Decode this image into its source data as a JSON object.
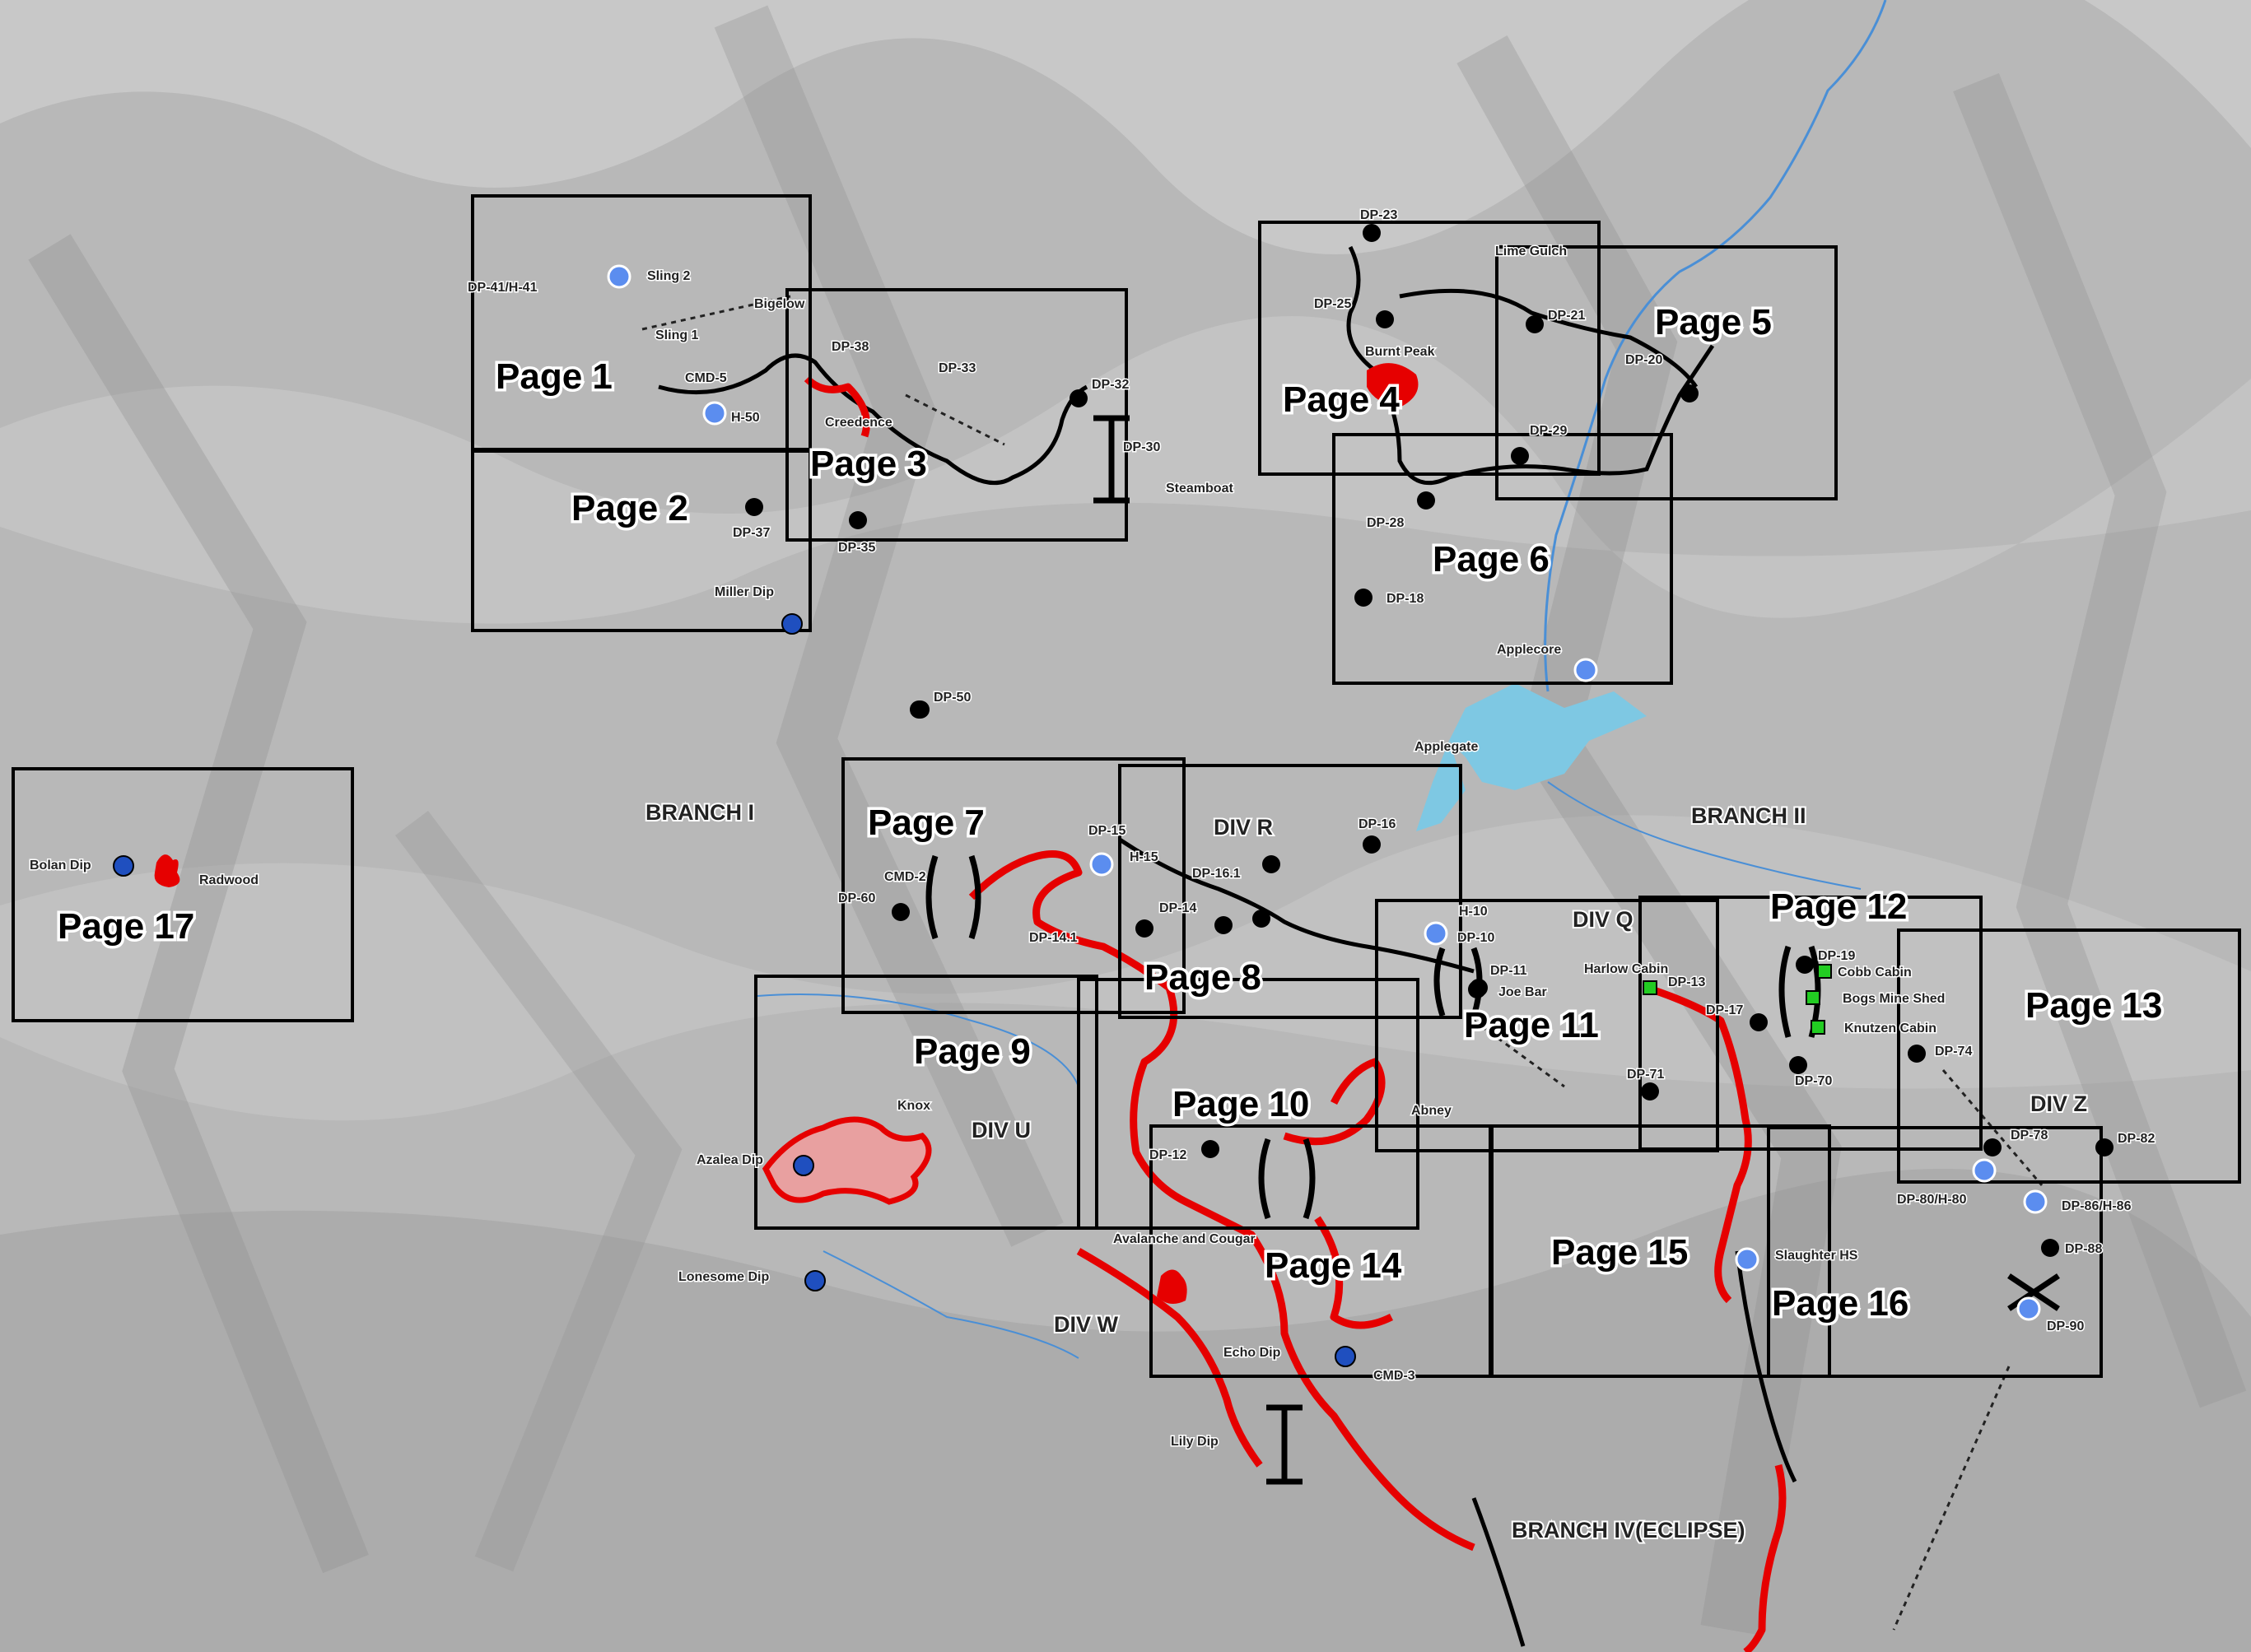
{
  "pages": [
    {
      "label": "Page 1"
    },
    {
      "label": "Page 2"
    },
    {
      "label": "Page 3"
    },
    {
      "label": "Page 4"
    },
    {
      "label": "Page 5"
    },
    {
      "label": "Page 6"
    },
    {
      "label": "Page 7"
    },
    {
      "label": "Page 8"
    },
    {
      "label": "Page 9"
    },
    {
      "label": "Page 10"
    },
    {
      "label": "Page 11"
    },
    {
      "label": "Page 12"
    },
    {
      "label": "Page 13"
    },
    {
      "label": "Page 14"
    },
    {
      "label": "Page 15"
    },
    {
      "label": "Page 16"
    },
    {
      "label": "Page 17"
    }
  ],
  "areas": [
    {
      "label": "BRANCH I"
    },
    {
      "label": "BRANCH II"
    },
    {
      "label": "BRANCH IV(ECLIPSE)"
    },
    {
      "label": "DIV R"
    },
    {
      "label": "DIV Q"
    },
    {
      "label": "DIV U"
    },
    {
      "label": "DIV W"
    },
    {
      "label": "DIV Z"
    }
  ],
  "drop_points": [
    {
      "label": "DP-23"
    },
    {
      "label": "DP-25"
    },
    {
      "label": "DP-21"
    },
    {
      "label": "DP-20"
    },
    {
      "label": "DP-29"
    },
    {
      "label": "DP-28"
    },
    {
      "label": "DP-18"
    },
    {
      "label": "DP-38"
    },
    {
      "label": "DP-33"
    },
    {
      "label": "DP-32"
    },
    {
      "label": "DP-30"
    },
    {
      "label": "DP-35"
    },
    {
      "label": "DP-37"
    },
    {
      "label": "DP-50"
    },
    {
      "label": "DP-15"
    },
    {
      "label": "DP-16"
    },
    {
      "label": "DP-16.1"
    },
    {
      "label": "DP-14"
    },
    {
      "label": "DP-14.1"
    },
    {
      "label": "DP-60"
    },
    {
      "label": "DP-10"
    },
    {
      "label": "DP-11"
    },
    {
      "label": "DP-13"
    },
    {
      "label": "DP-71"
    },
    {
      "label": "DP-17"
    },
    {
      "label": "DP-19"
    },
    {
      "label": "DP-70"
    },
    {
      "label": "DP-74"
    },
    {
      "label": "DP-78"
    },
    {
      "label": "DP-82"
    },
    {
      "label": "DP-88"
    },
    {
      "label": "DP-90"
    },
    {
      "label": "DP-12"
    },
    {
      "label": "DP-41/H-41"
    },
    {
      "label": "DP-80/H-80"
    },
    {
      "label": "DP-86/H-86"
    }
  ],
  "place_labels": [
    {
      "label": "Sling 2"
    },
    {
      "label": "Sling 1"
    },
    {
      "label": "Bigelow"
    },
    {
      "label": "CMD-5"
    },
    {
      "label": "H-50"
    },
    {
      "label": "Creedence"
    },
    {
      "label": "Steamboat"
    },
    {
      "label": "Miller Dip"
    },
    {
      "label": "Lime Gulch"
    },
    {
      "label": "Burnt Peak"
    },
    {
      "label": "Applecore"
    },
    {
      "label": "Applegate"
    },
    {
      "label": "Bolan Dip"
    },
    {
      "label": "Radwood"
    },
    {
      "label": "H-15"
    },
    {
      "label": "CMD-2"
    },
    {
      "label": "H-10"
    },
    {
      "label": "Joe Bar"
    },
    {
      "label": "Harlow Cabin"
    },
    {
      "label": "Cobb Cabin"
    },
    {
      "label": "Bogs Mine Shed"
    },
    {
      "label": "Knutzen Cabin"
    },
    {
      "label": "Knox"
    },
    {
      "label": "Azalea Dip"
    },
    {
      "label": "Abney"
    },
    {
      "label": "Avalanche and Cougar"
    },
    {
      "label": "Lonesome Dip"
    },
    {
      "label": "Echo Dip"
    },
    {
      "label": "CMD-3"
    },
    {
      "label": "Lily Dip"
    },
    {
      "label": "Slaughter HS"
    }
  ],
  "colors": {
    "terrain_base": "#b8b8b8",
    "water": "#7ec8e3",
    "stream": "#4a8fd6",
    "fire_line": "#e60000",
    "dozer_line": "#000000",
    "helispot": "#5b8def",
    "dip_site": "#1f4fbf",
    "cabin": "#22cc22"
  },
  "icons": [
    "drop-point-icon",
    "helispot-icon",
    "dip-site-icon",
    "cabin-icon",
    "bridge-icon",
    "fire-icon",
    "hash-line-icon"
  ]
}
